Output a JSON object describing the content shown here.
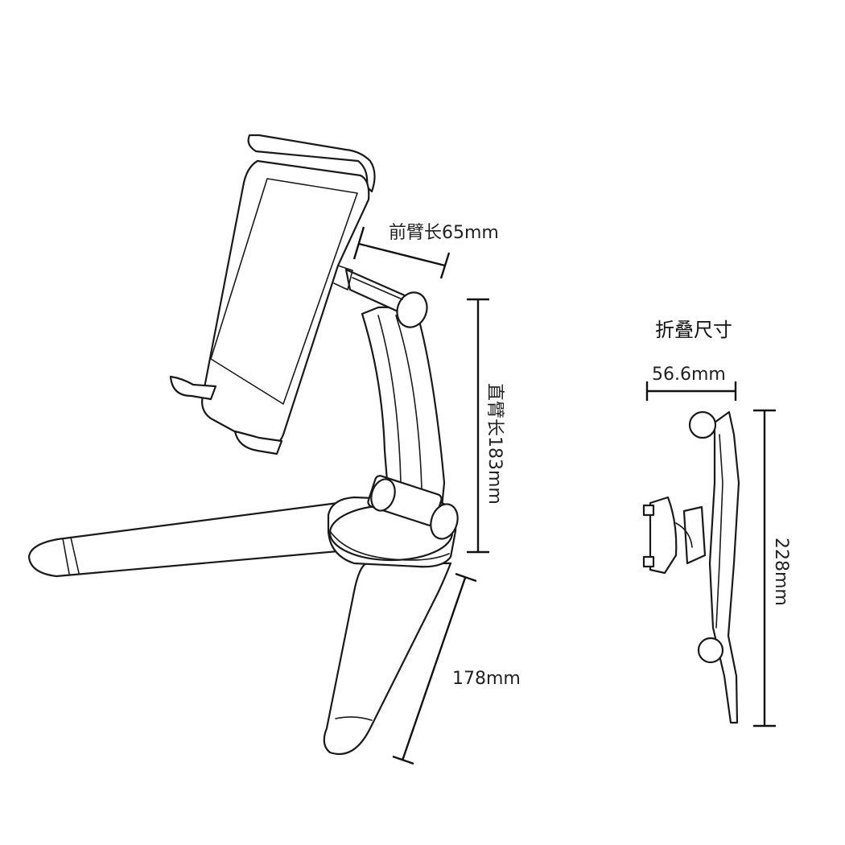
{
  "labels": {
    "forearm_length": "前臂长65mm",
    "upright_arm_length": "直臂长183mm",
    "leg_length": "178mm",
    "folded_size_title": "折叠尺寸",
    "folded_width": "56.6mm",
    "folded_height": "228mm"
  },
  "colors": {
    "line": "#1a1a1a",
    "background": "#ffffff"
  }
}
